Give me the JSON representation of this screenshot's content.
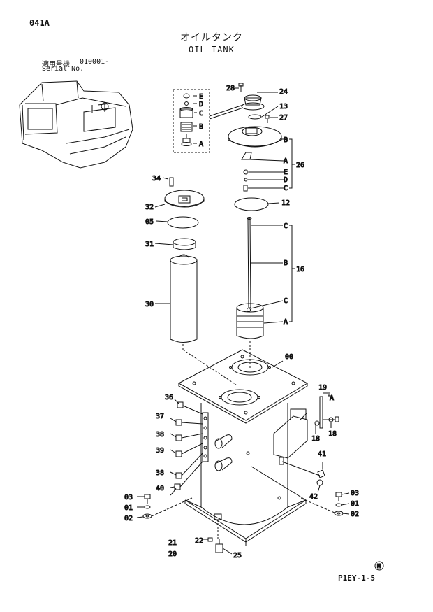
{
  "header": {
    "page_code": "041A",
    "title_ja": "オイルタンク",
    "title_en": "OIL TANK",
    "serial_label_ja": "適用号機",
    "serial_label_en": "Serial No.",
    "serial_value": "010001-"
  },
  "footer": {
    "page_ref": "P1EY-1-5",
    "mark": "M"
  },
  "callouts": {
    "c00": "00",
    "c01a": "01",
    "c01b": "01",
    "c02a": "02",
    "c02b": "02",
    "c03a": "03",
    "c03b": "03",
    "c05": "05",
    "c12": "12",
    "c13": "13",
    "c16": "16",
    "c18a": "18",
    "c18b": "18",
    "c19": "19",
    "c20": "20",
    "c21": "21",
    "c22": "22",
    "c24": "24",
    "c25": "25",
    "c26": "26",
    "c27": "27",
    "c28": "28",
    "c30": "30",
    "c31": "31",
    "c32": "32",
    "c34": "34",
    "c36": "36",
    "c37": "37",
    "c38a": "38",
    "c38b": "38",
    "c39": "39",
    "c40": "40",
    "c41": "41",
    "c42": "42"
  },
  "letters": {
    "inset_e": "E",
    "inset_d": "D",
    "inset_c": "C",
    "inset_b": "B",
    "inset_a": "A",
    "g26_b": "B",
    "g26_a": "A",
    "g26_e": "E",
    "g26_d": "D",
    "g26_c": "C",
    "g16_c1": "C",
    "g16_b": "B",
    "g16_c2": "C",
    "g16_a": "A",
    "g19_a": "A"
  }
}
